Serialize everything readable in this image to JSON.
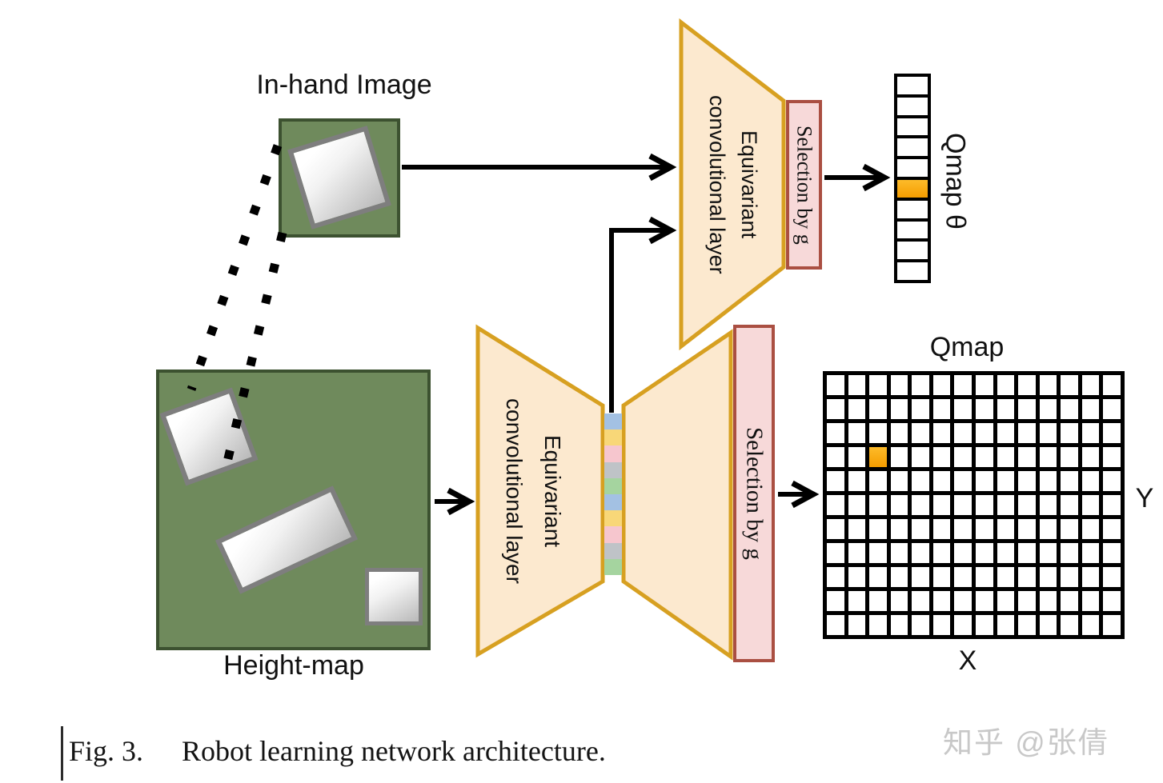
{
  "figure": {
    "in_hand_label": "In-hand Image",
    "height_map_label": "Height-map",
    "encoder_top": {
      "line1": "Equivariant",
      "line2": "convolutional layer"
    },
    "encoder_bottom": {
      "line1": "Equivariant",
      "line2": "convolutional layer"
    },
    "selection_top_label": "Selection by g",
    "selection_bottom_label": "Selection by g",
    "qmap_theta": {
      "label": "Qmap θ",
      "num_cells": 10,
      "highlight_cell": 6
    },
    "qmap_grid": {
      "title": "Qmap",
      "x_label": "X",
      "y_label": "Y",
      "cols": 14,
      "rows": 11,
      "highlight_col": 3,
      "highlight_row": 4
    },
    "bottleneck_colors": [
      "#a3c1e3",
      "#f8d778",
      "#f6c6ce",
      "#bfc3c7",
      "#a5d49f",
      "#a3c1e3",
      "#f8d778",
      "#f6c6ce",
      "#bfc3c7",
      "#a5d49f"
    ],
    "colors": {
      "encoder_fill": "#fce9cf",
      "encoder_stroke": "#d7a021",
      "selection_fill": "#f7d9d9",
      "selection_border": "#aa4f42",
      "map_fill": "#6f8a5c",
      "map_border": "#3c5130",
      "highlight_orange": "#f9a81b",
      "grid_line": "#000000"
    }
  },
  "caption": {
    "fig": "Fig. 3.",
    "text": "Robot learning network architecture."
  },
  "watermark": {
    "text": "知乎 @张倩"
  }
}
